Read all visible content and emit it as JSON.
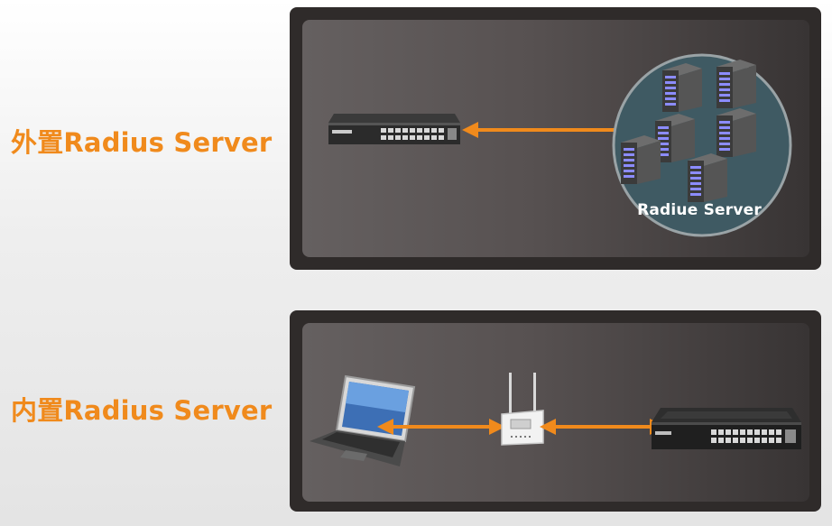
{
  "sections": {
    "external": {
      "label": "外置Radius Server"
    },
    "internal": {
      "label": "内置Radius Server"
    }
  },
  "radius_cluster": {
    "label": "Radiue Server"
  },
  "colors": {
    "accent_orange": "#f08a1c",
    "panel_border": "#2f2b2a",
    "cluster_fill": "#3f5a63"
  },
  "icons": {
    "top_switch": "network-switch-icon",
    "servers": "rack-server-icon",
    "laptop": "laptop-icon",
    "access_point": "wireless-access-point-icon",
    "bottom_switch": "network-switch-icon"
  }
}
